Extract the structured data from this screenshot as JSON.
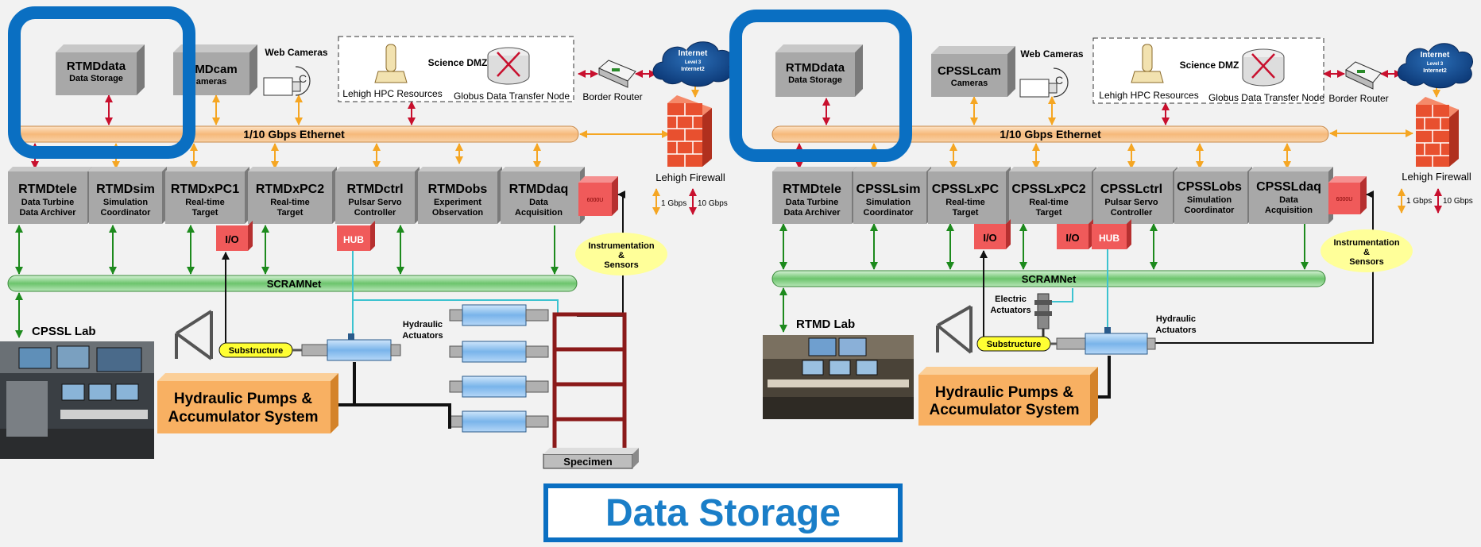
{
  "title": "Data Storage",
  "colors": {
    "highlight": "#0a6fc2",
    "box": "#a8a8a8",
    "red_box": "#f05a5a",
    "pump": "#f8b062",
    "sensor": "#ffff99",
    "frame": "#8b1a1a",
    "ethernet": "#f7c89a",
    "scramnet": "#8fd28f"
  },
  "left": {
    "storage": {
      "name": "RTMDdata",
      "sub": "Data Storage"
    },
    "cam": {
      "name": "RTMDcam",
      "sub": "Cameras",
      "visible_name": "MDcam",
      "visible_sub": "ameras"
    },
    "web_cameras": "Web Cameras",
    "dmz": {
      "title": "Science DMZ",
      "hpc": "Lehigh HPC Resources",
      "globus": "Globus Data Transfer Node"
    },
    "border_router": "Border Router",
    "internet": {
      "line1": "Internet",
      "line2": "Level 3",
      "line3": "Internet2"
    },
    "ethernet": "1/10 Gbps Ethernet",
    "firewall": "Lehigh Firewall",
    "legend": {
      "one": "1 Gbps",
      "ten": "10 Gbps"
    },
    "nodes": [
      {
        "name": "RTMDtele",
        "l1": "Data Turbine",
        "l2": "Data Archiver"
      },
      {
        "name": "RTMDsim",
        "l1": "Simulation",
        "l2": "Coordinator"
      },
      {
        "name": "RTMDxPC1",
        "l1": "Real-time",
        "l2": "Target"
      },
      {
        "name": "RTMDxPC2",
        "l1": "Real-time",
        "l2": "Target"
      },
      {
        "name": "RTMDctrl",
        "l1": "Pulsar Servo",
        "l2": "Controller"
      },
      {
        "name": "RTMDobs",
        "l1": "Experiment",
        "l2": "Observation"
      },
      {
        "name": "RTMDdaq",
        "l1": "Data",
        "l2": "Acquisition"
      }
    ],
    "io": "I/O",
    "hub": "HUB",
    "daq_unit": "6000U",
    "sensors": {
      "l1": "Instrumentation",
      "l2": "&",
      "l3": "Sensors"
    },
    "scramnet": "SCRAMNet",
    "lab": "CPSSL Lab",
    "substructure": "Substructure",
    "hydraulic_actuators": {
      "l1": "Hydraulic",
      "l2": "Actuators"
    },
    "pumps": {
      "l1": "Hydraulic Pumps &",
      "l2": "Accumulator System"
    },
    "specimen": "Specimen"
  },
  "right": {
    "storage": {
      "name": "RTMDdata",
      "sub": "Data Storage"
    },
    "cam": {
      "name": "CPSSLcam",
      "sub": "Cameras"
    },
    "web_cameras": "Web Cameras",
    "dmz": {
      "title": "Science DMZ",
      "hpc": "Lehigh HPC Resources",
      "globus": "Globus Data Transfer Node"
    },
    "border_router": "Border Router",
    "internet": {
      "line1": "Internet",
      "line2": "Level 3",
      "line3": "Internet2"
    },
    "ethernet": "1/10 Gbps Ethernet",
    "firewall": "Lehigh Firewall",
    "legend": {
      "one": "1 Gbps",
      "ten": "10 Gbps"
    },
    "nodes": [
      {
        "name": "RTMDtele",
        "l1": "Data Turbine",
        "l2": "Data Archiver"
      },
      {
        "name": "CPSSLsim",
        "l1": "Simulation",
        "l2": "Coordinator"
      },
      {
        "name": "CPSSLxPC",
        "l1": "Real-time",
        "l2": "Target"
      },
      {
        "name": "CPSSLxPC2",
        "l1": "Real-time",
        "l2": "Target"
      },
      {
        "name": "CPSSLctrl",
        "l1": "Pulsar Servo",
        "l2": "Controller"
      },
      {
        "name": "CPSSLobs",
        "l1": "Simulation",
        "l2": "Coordinator"
      },
      {
        "name": "CPSSLdaq",
        "l1": "Data",
        "l2": "Acquisition"
      }
    ],
    "io": "I/O",
    "hub": "HUB",
    "daq_unit": "6000U",
    "sensors": {
      "l1": "Instrumentation",
      "l2": "&",
      "l3": "Sensors"
    },
    "scramnet": "SCRAMNet",
    "lab": "RTMD Lab",
    "electric_actuators": {
      "l1": "Electric",
      "l2": "Actuators"
    },
    "substructure": "Substructure",
    "hydraulic_actuators": {
      "l1": "Hydraulic",
      "l2": "Actuators"
    },
    "pumps": {
      "l1": "Hydraulic Pumps &",
      "l2": "Accumulator System"
    }
  }
}
